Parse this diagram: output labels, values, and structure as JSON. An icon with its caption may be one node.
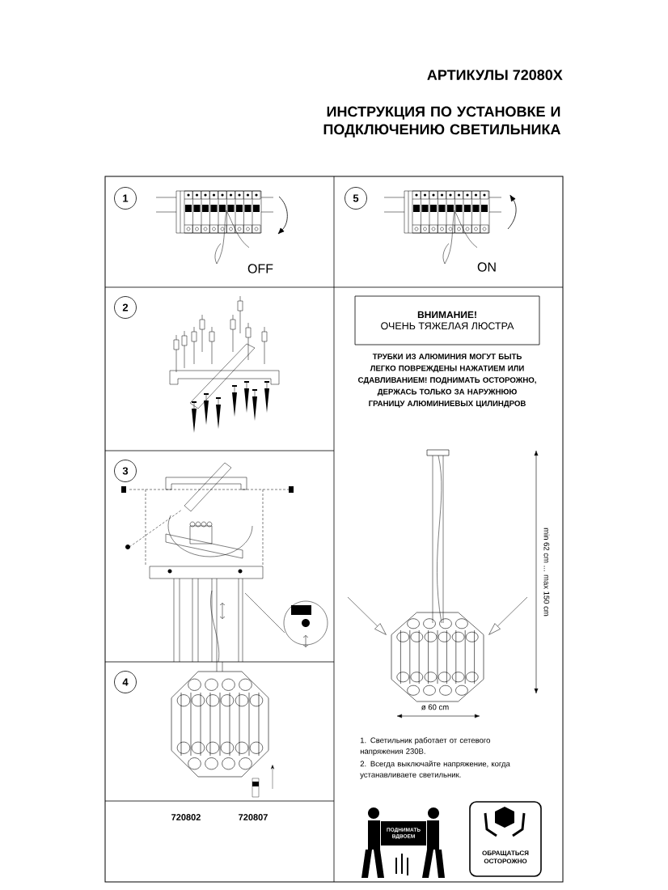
{
  "diagram": {
    "title": "ИНСТРУКЦИЯ ПО УСТАНОВКЕ И ПОДКЛЮЧЕНИЮ СВЕТИЛЬНИКА",
    "nodes": [
      {
        "text": [
          "1"
        ]
      },
      {
        "text": [
          "5"
        ]
      },
      {
        "text": [
          "2"
        ]
      },
      {
        "text": [
          "3"
        ]
      },
      {
        "text": [
          "4"
        ]
      },
      {
        "text": [
          "ВНИМАНИЕ!",
          "ОЧЕНЬ ТЯЖЕЛАЯ ЛЮСТРА"
        ]
      },
      {
        "text": [
          "ПОДНИМАТЬ ВДВОЕМ"
        ]
      },
      {
        "text": [
          "ОБРАЩАТЬСЯ ОСТОРОЖНО"
        ]
      }
    ],
    "labels": [
      "АРТИКУЛЫ 72080X",
      "OFF",
      "ON",
      "ТРУБКИ ИЗ АЛЮМИНИЯ МОГУТ БЫТЬ ЛЕГКО ПОВРЕЖДЕНЫ НАЖАТИЕМ ИЛИ СДАВЛИВАНИЕМ! ПОДНИМАТЬ ОСТОРОЖНО, ДЕРЖАСЬ ТОЛЬКО ЗА НАРУЖНЮЮ ГРАНИЦУ АЛЮМИНИЕВЫХ ЦИЛИНДРОВ",
      "min 62 cm ... max 150 cm",
      "ø 60 cm",
      "1. Светильник работает от сетевого напряжения 230В.",
      "2. Всегда выключайте напряжение, когда устанавливаете светильник.",
      "720802",
      "720807"
    ]
  }
}
